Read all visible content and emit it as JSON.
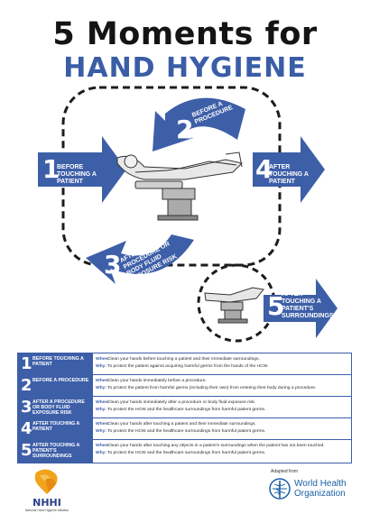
{
  "title": {
    "line1": "5 Moments for",
    "line2": "HAND HYGIENE"
  },
  "colors": {
    "accent": "#3d5fa8",
    "title_blue": "#3a5da6",
    "text": "#141414"
  },
  "diagram": {
    "arrows": [
      {
        "number": "1",
        "label": "BEFORE TOUCHING A PATIENT"
      },
      {
        "number": "2",
        "label": "BEFORE A PROCEDURE"
      },
      {
        "number": "3",
        "label": "AFTER A PROCEDURE OR BODY FLUID EXPOSURE RISK"
      },
      {
        "number": "4",
        "label": "AFTER TOUCHING A PATIENT"
      },
      {
        "number": "5",
        "label": "AFTER TOUCHING A PATIENT'S SURROUNDINGS"
      }
    ],
    "icons": [
      "patient-on-bed-illustration",
      "empty-bed-illustration"
    ]
  },
  "table": {
    "when_label": "When:",
    "why_label": "Why:",
    "rows": [
      {
        "number": "1",
        "title": "BEFORE TOUCHING A PATIENT",
        "when": "Clean your hands before touching a patient and their immediate surroundings.",
        "why": "To protect the patient against acquiring harmful germs from the hands of the HCW."
      },
      {
        "number": "2",
        "title": "BEFORE A PROCEDURE",
        "when": "Clean your hands immediately before a procedure.",
        "why": "To protect the patient from harmful germs (including their own) from entering their body during a procedure."
      },
      {
        "number": "3",
        "title": "AFTER A PROCEDURE OR BODY FLUID EXPOSURE RISK",
        "when": "Clean your hands immediately after a procedure or body fluid exposure risk.",
        "why": "To protect the HCW and the healthcare surroundings from harmful patient germs."
      },
      {
        "number": "4",
        "title": "AFTER TOUCHING A PATIENT",
        "when": "Clean your hands after touching a patient and their immediate surroundings.",
        "why": "To protect the HCW and the healthcare surroundings from harmful patient germs."
      },
      {
        "number": "5",
        "title": "AFTER TOUCHING A PATIENT'S SURROUNDINGS",
        "when": "Clean your hands after touching any objects in a patient's surroundings when the patient has not been touched.",
        "why": "To protect the HCW and the healthcare surroundings from harmful patient germs."
      }
    ]
  },
  "footer": {
    "nhhi": {
      "name": "NHHI",
      "subtitle": "National Hand Hygiene Initiative"
    },
    "who": {
      "adapted": "Adapted from",
      "name_line1": "World Health",
      "name_line2": "Organization"
    }
  }
}
